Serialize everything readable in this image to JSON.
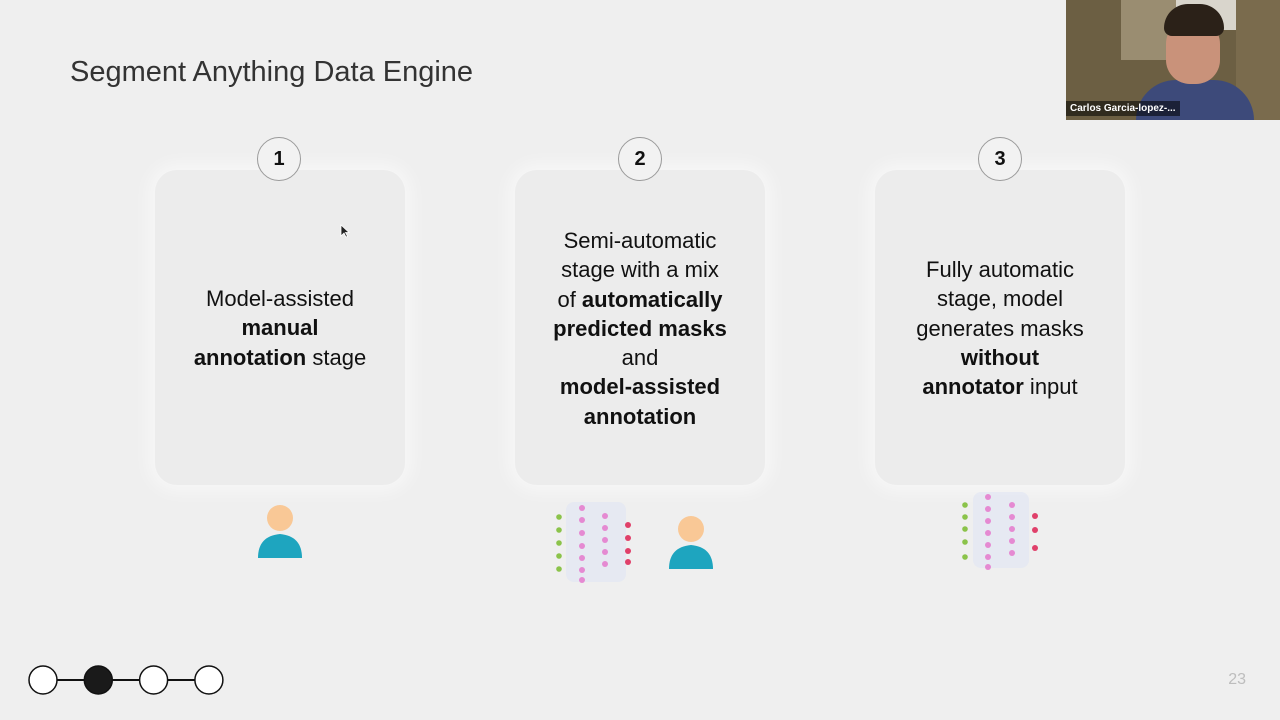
{
  "slide": {
    "title": "Segment Anything Data Engine",
    "page_number": "23"
  },
  "stages": [
    {
      "number": "1",
      "lines": [
        {
          "parts": [
            {
              "text": "Model-assisted",
              "bold": false
            }
          ]
        },
        {
          "parts": [
            {
              "text": "manual",
              "bold": true
            }
          ]
        },
        {
          "parts": [
            {
              "text": "annotation",
              "bold": true
            },
            {
              "text": " stage",
              "bold": false
            }
          ]
        }
      ],
      "icons": [
        "annotator-person-icon"
      ]
    },
    {
      "number": "2",
      "lines": [
        {
          "parts": [
            {
              "text": "Semi-automatic",
              "bold": false
            }
          ]
        },
        {
          "parts": [
            {
              "text": "stage with a mix",
              "bold": false
            }
          ]
        },
        {
          "parts": [
            {
              "text": "of ",
              "bold": false
            },
            {
              "text": "automatically",
              "bold": true
            }
          ]
        },
        {
          "parts": [
            {
              "text": "predicted masks",
              "bold": true
            }
          ]
        },
        {
          "parts": [
            {
              "text": "and",
              "bold": false
            }
          ]
        },
        {
          "parts": [
            {
              "text": "model-assisted",
              "bold": true
            }
          ]
        },
        {
          "parts": [
            {
              "text": "annotation",
              "bold": true
            }
          ]
        }
      ],
      "icons": [
        "neural-network-icon",
        "annotator-person-icon"
      ]
    },
    {
      "number": "3",
      "lines": [
        {
          "parts": [
            {
              "text": "Fully automatic",
              "bold": false
            }
          ]
        },
        {
          "parts": [
            {
              "text": "stage, model",
              "bold": false
            }
          ]
        },
        {
          "parts": [
            {
              "text": "generates masks",
              "bold": false
            }
          ]
        },
        {
          "parts": [
            {
              "text": "without",
              "bold": true
            }
          ]
        },
        {
          "parts": [
            {
              "text": "annotator",
              "bold": true
            },
            {
              "text": " input",
              "bold": false
            }
          ]
        }
      ],
      "icons": [
        "neural-network-icon"
      ]
    }
  ],
  "progress": {
    "total_steps": 4,
    "current_step": 2
  },
  "video": {
    "participant_name": "Carlos Garcia-lopez-..."
  },
  "colors": {
    "background": "#efefef",
    "person_head": "#f9c896",
    "person_body": "#1ea5bf",
    "net_green": "#8bc34a",
    "net_pink": "#e58ad2",
    "net_red": "#e0406a"
  }
}
